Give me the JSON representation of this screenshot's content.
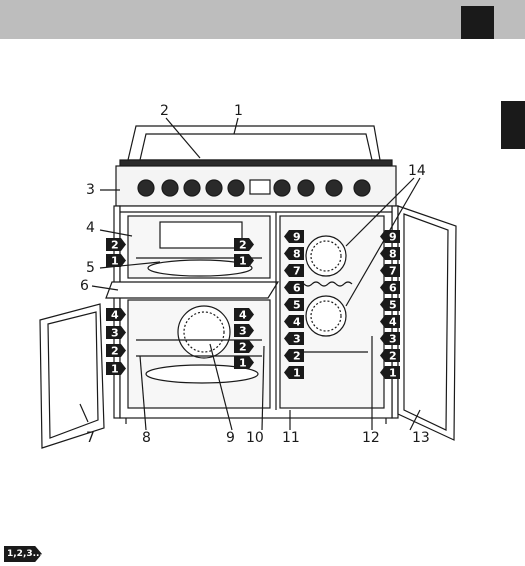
{
  "callouts": [
    "1",
    "2",
    "3",
    "4",
    "5",
    "6",
    "7",
    "8",
    "9",
    "10",
    "11",
    "12",
    "13",
    "14"
  ],
  "upper_oven_levels": [
    "2",
    "1"
  ],
  "lower_oven_levels": [
    "4",
    "3",
    "2",
    "1"
  ],
  "right_oven_levels": [
    "9",
    "8",
    "7",
    "6",
    "5",
    "4",
    "3",
    "2",
    "1"
  ],
  "right_door_levels": [
    "9",
    "8",
    "7",
    "6",
    "5",
    "4",
    "3",
    "2",
    "1"
  ],
  "left_lower_levels": [
    "4",
    "3",
    "2",
    "1"
  ],
  "footer_badge": "1,2,3...",
  "colors": {
    "header": "#bdbdbd",
    "dark": "#1a1a1a"
  }
}
